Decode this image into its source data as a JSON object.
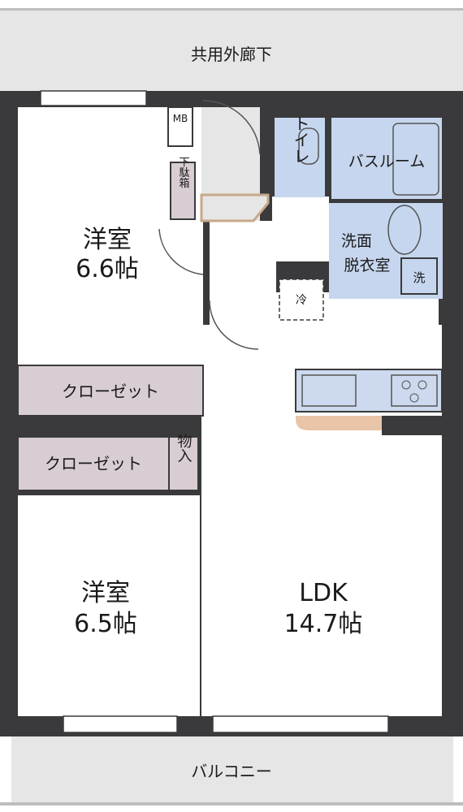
{
  "labels": {
    "corridor": "共用外廊下",
    "balcony": "バルコニー",
    "mb": "MB",
    "shoe_box": "下駄箱",
    "toilet": "トイレ",
    "bathroom": "バスルーム",
    "washroom_line1": "洗面",
    "washroom_line2": "脱衣室",
    "washer": "洗",
    "fridge": "冷",
    "closet_upper": "クローゼット",
    "closet_lower": "クローゼット",
    "storage": "物入"
  },
  "rooms": {
    "western1": {
      "name": "洋室",
      "size": "6.6帖"
    },
    "western2": {
      "name": "洋室",
      "size": "6.5帖"
    },
    "ldk": {
      "name": "LDK",
      "size": "14.7帖"
    }
  },
  "colors": {
    "wall": "#3a3a3c",
    "outdoor": "#e6e6e6",
    "closet": "#d8cdd3",
    "wet_area": "#c6d6ee",
    "counter": "#cdd9ee",
    "hall": "#e6e6e6",
    "bench": "#e8c4a8"
  }
}
